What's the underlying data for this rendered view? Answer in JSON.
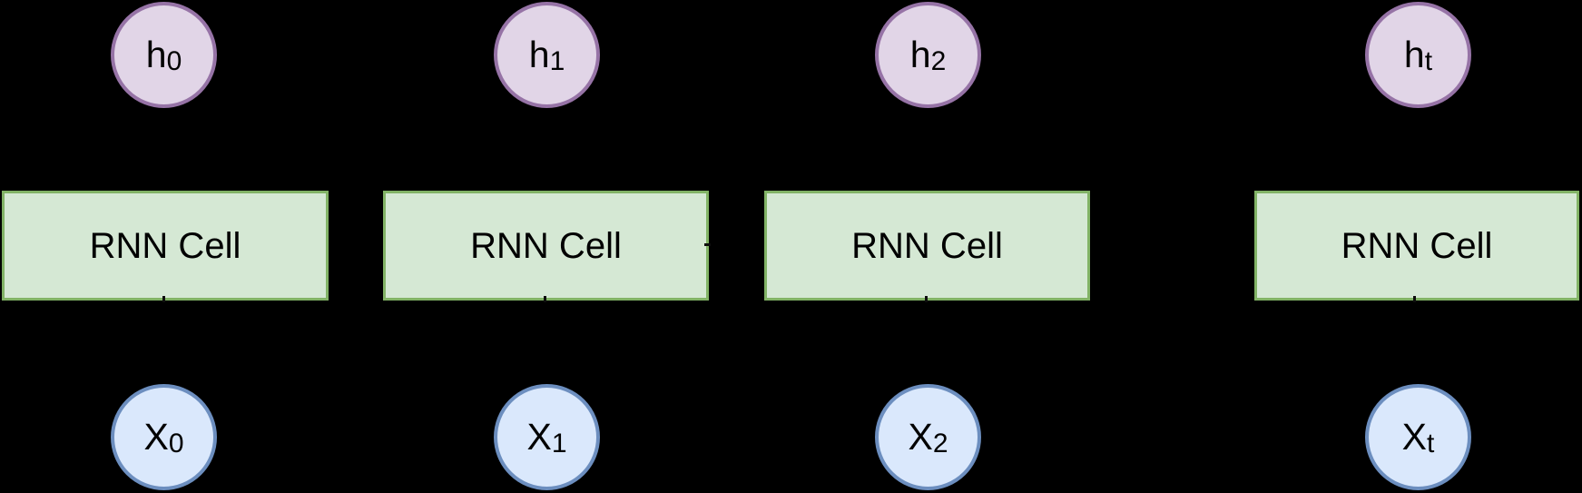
{
  "diagram": {
    "background_color": "#000000",
    "text_color": "#000000",
    "hidden_state_style": {
      "fill": "#e1d5e7",
      "stroke": "#9673a6"
    },
    "cell_style": {
      "fill": "#d5e8d4",
      "stroke": "#82b366"
    },
    "input_style": {
      "fill": "#dae8fc",
      "stroke": "#6c8ebf"
    },
    "hidden_states": [
      {
        "base": "h",
        "sub": "0"
      },
      {
        "base": "h",
        "sub": "1"
      },
      {
        "base": "h",
        "sub": "2"
      },
      {
        "base": "h",
        "sub": "t"
      }
    ],
    "cells": [
      {
        "label": "RNN Cell"
      },
      {
        "label": "RNN Cell"
      },
      {
        "label": "RNN Cell"
      },
      {
        "label": "RNN Cell"
      }
    ],
    "inputs": [
      {
        "base": "X",
        "sub": "0"
      },
      {
        "base": "X",
        "sub": "1"
      },
      {
        "base": "X",
        "sub": "2"
      },
      {
        "base": "X",
        "sub": "t"
      }
    ]
  }
}
